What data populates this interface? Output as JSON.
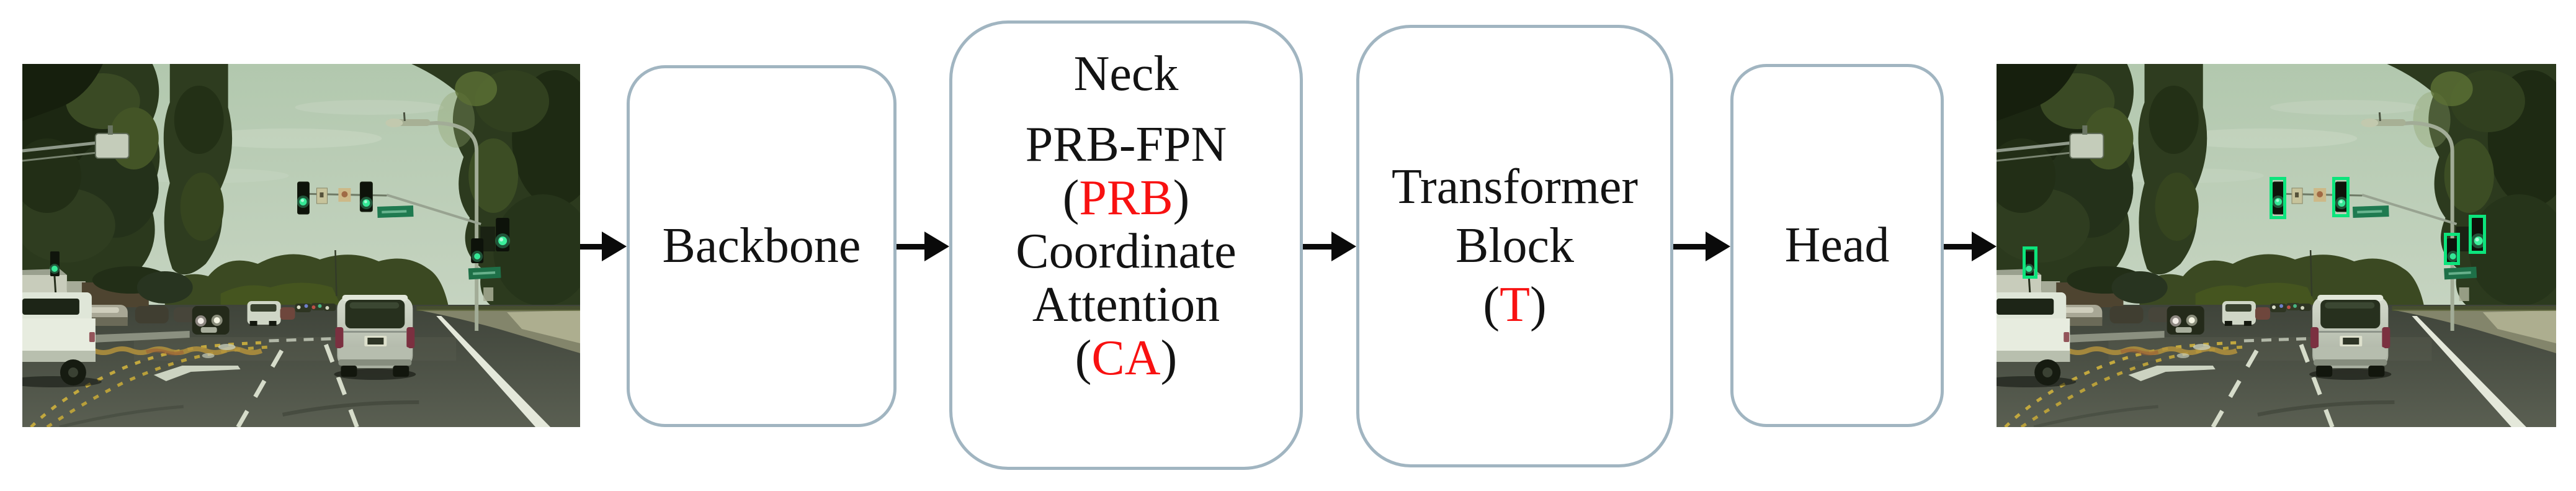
{
  "colors": {
    "box_border": "#a1b5c1",
    "red_text": "#f81111",
    "detection_green": "#0ce47c",
    "arrow_black": "#0a0a0a",
    "text_black": "#131313"
  },
  "pipeline": {
    "backbone": {
      "label": "Backbone"
    },
    "neck": {
      "title": "Neck",
      "line1": "PRB-FPN",
      "line2_open": "(",
      "line2_red": "PRB",
      "line2_close": ")",
      "line3": "Coordinate",
      "line4": "Attention",
      "line5_open": "(",
      "line5_red": "CA",
      "line5_close": ")"
    },
    "transformer": {
      "line1": "Transformer",
      "line2": "Block",
      "line3_open": "(",
      "line3_red": "T",
      "line3_close": ")"
    },
    "head": {
      "label": "Head"
    }
  },
  "photos": {
    "input": {
      "content": "dashcam street scene with green traffic lights"
    },
    "output": {
      "content": "same street scene with green detection boxes on traffic lights",
      "detections": [
        {
          "label": "traffic-light",
          "style": "left:42px;top:294px;width:24px;height:52px"
        },
        {
          "label": "traffic-light",
          "style": "left:440px;top:182px;width:27px;height:68px"
        },
        {
          "label": "traffic-light",
          "style": "left:541px;top:182px;width:28px;height:65px"
        },
        {
          "label": "traffic-light",
          "style": "left:721px;top:272px;width:26px;height:52px"
        },
        {
          "label": "traffic-light",
          "style": "left:761px;top:243px;width:28px;height:63px"
        }
      ]
    }
  }
}
